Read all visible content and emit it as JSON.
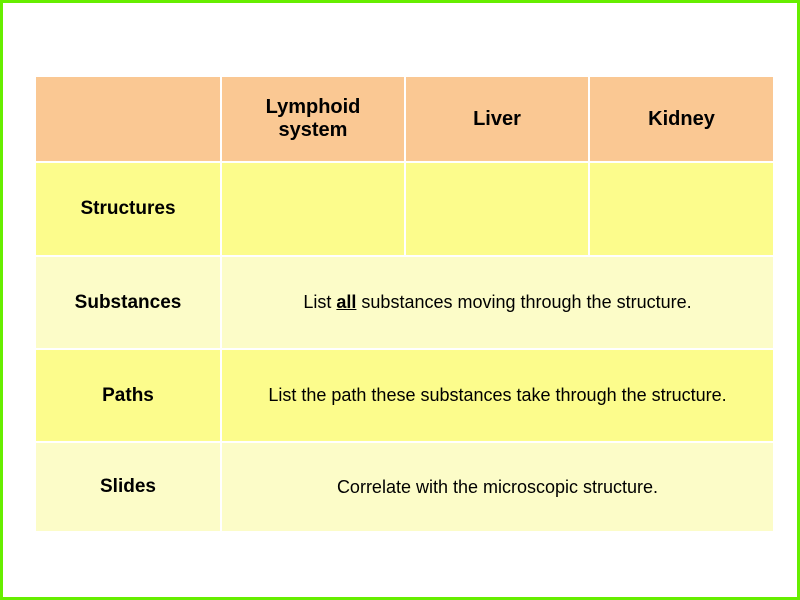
{
  "slide": {
    "border_color": "#66ee00",
    "background_color": "#ffffff"
  },
  "colors": {
    "header_fill": "#fac893",
    "row_fill_strong": "#fcfc8c",
    "row_fill_light": "#fcfcc8",
    "grid_line": "#ffffff",
    "text": "#000000"
  },
  "table": {
    "corner_label": "",
    "columns": [
      {
        "key": "label",
        "label": ""
      },
      {
        "key": "lymph",
        "label": "Lymphoid\nsystem",
        "line1": "Lymphoid",
        "line2": "system"
      },
      {
        "key": "liver",
        "label": "Liver"
      },
      {
        "key": "kidney",
        "label": "Kidney"
      }
    ],
    "rows": [
      {
        "key": "structures",
        "label": "Structures",
        "merged": false,
        "cells": [
          "",
          "",
          ""
        ]
      },
      {
        "key": "substances",
        "label": "Substances",
        "merged": true,
        "text_before": "List ",
        "text_emphasis": "all",
        "text_after": " substances moving through the structure."
      },
      {
        "key": "paths",
        "label": "Paths",
        "merged": true,
        "text_before": "List the path these substances take through the structure.",
        "text_emphasis": "",
        "text_after": ""
      },
      {
        "key": "slides",
        "label": "Slides",
        "merged": true,
        "text_before": "Correlate with the microscopic structure.",
        "text_emphasis": "",
        "text_after": ""
      }
    ]
  }
}
